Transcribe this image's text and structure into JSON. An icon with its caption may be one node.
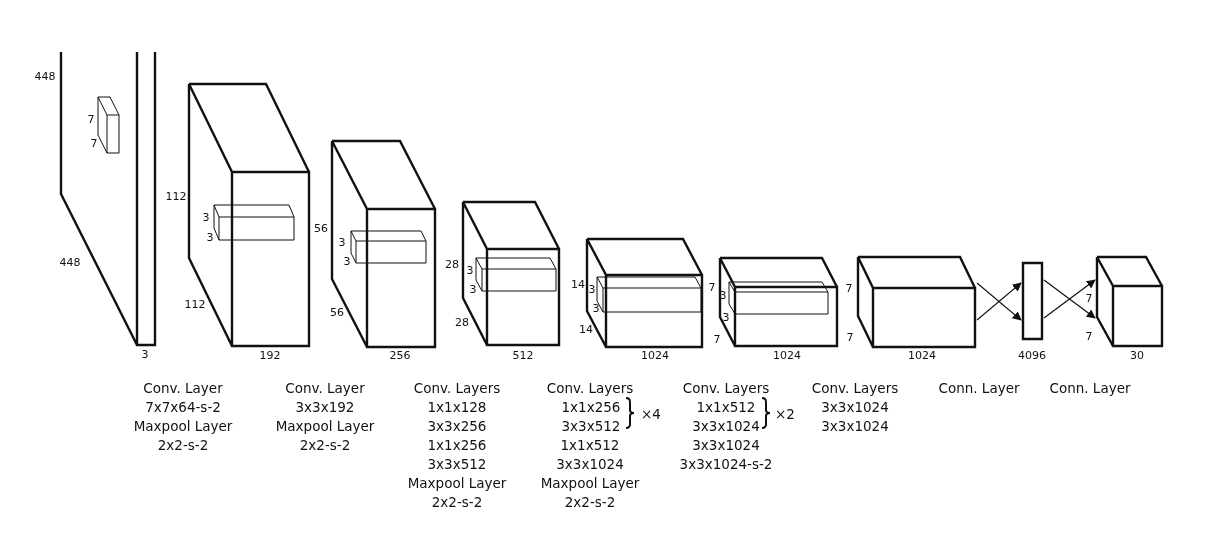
{
  "diagram": {
    "nodes": [
      {
        "text": [],
        "shape": "box",
        "beside": [
          "7",
          "7",
          "1024"
        ]
      },
      {
        "text": [],
        "shape": "bar",
        "beside": [
          "4096"
        ]
      },
      {
        "text": [],
        "shape": "box",
        "beside": [
          "7",
          "7",
          "30"
        ]
      }
    ],
    "edges": [
      {
        "from": 0,
        "to": 1,
        "arrow": "to"
      },
      {
        "from": 0,
        "to": 1,
        "arrow": "to"
      },
      {
        "from": 1,
        "to": 2,
        "arrow": "to"
      },
      {
        "from": 1,
        "to": 2,
        "arrow": "to"
      }
    ],
    "labels": [
      "448",
      "7",
      "7",
      "448",
      "3",
      "112",
      "3",
      "3",
      "112",
      "192",
      "56",
      "3",
      "3",
      "56",
      "256",
      "28",
      "3",
      "3",
      "28",
      "512",
      "14",
      "3",
      "3",
      "14",
      "1024",
      "7",
      "3",
      "3",
      "7",
      "1024",
      "Conv. Layer",
      "7x7x64-s-2",
      "Maxpool Layer",
      "2x2-s-2",
      "Conv. Layer",
      "3x3x192",
      "Maxpool Layer",
      "2x2-s-2",
      "Conv. Layers",
      "1x1x128",
      "3x3x256",
      "1x1x256",
      "3x3x512",
      "Maxpool Layer",
      "2x2-s-2",
      "Conv. Layers",
      "1x1x256",
      "3x3x512",
      "×4",
      "1x1x512",
      "3x3x1024",
      "Maxpool Layer",
      "2x2-s-2",
      "Conv. Layers",
      "1x1x512",
      "3x3x1024",
      "×2",
      "3x3x1024",
      "3x3x1024-s-2",
      "Conv. Layers",
      "3x3x1024",
      "3x3x1024",
      "Conn. Layer",
      "Conn. Layer"
    ]
  }
}
